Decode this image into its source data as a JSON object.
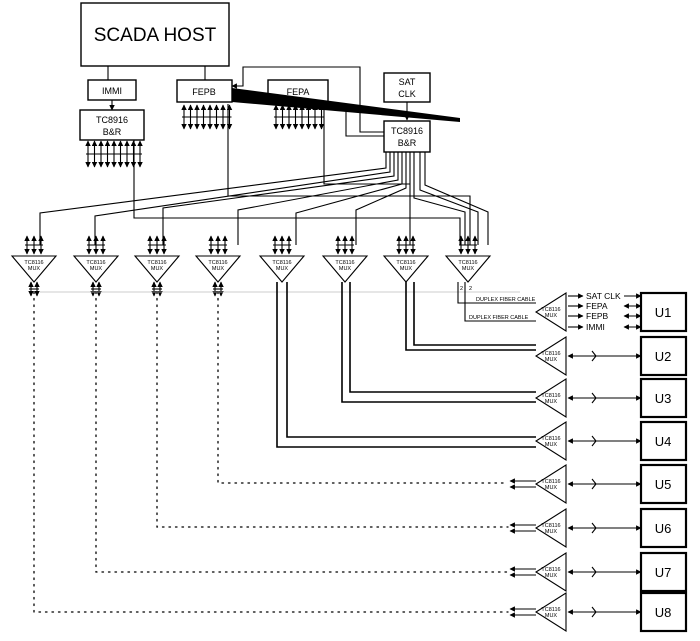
{
  "scada_host": "SCADA HOST",
  "immi_box": "IMMI",
  "fepb_box": "FEPB",
  "fepa_box": "FEPA",
  "sat_clk_box": {
    "line1": "SAT",
    "line2": "CLK"
  },
  "tc8916_left": {
    "line1": "TC8916",
    "line2": "B&R"
  },
  "tc8916_right": {
    "line1": "TC8916",
    "line2": "B&R"
  },
  "mux_label": {
    "line1": "TC8116",
    "line2": "MUX"
  },
  "duplex_cable_1": "DUPLEX FIBER CABLE",
  "duplex_cable_2": "DUPLEX FIBER CABLE",
  "fiber_count": "2",
  "u1_signals": [
    "SAT CLK",
    "FEPA",
    "FEPB",
    "IMMI"
  ],
  "units": [
    "U1",
    "U2",
    "U3",
    "U4",
    "U5",
    "U6",
    "U7",
    "U8"
  ]
}
